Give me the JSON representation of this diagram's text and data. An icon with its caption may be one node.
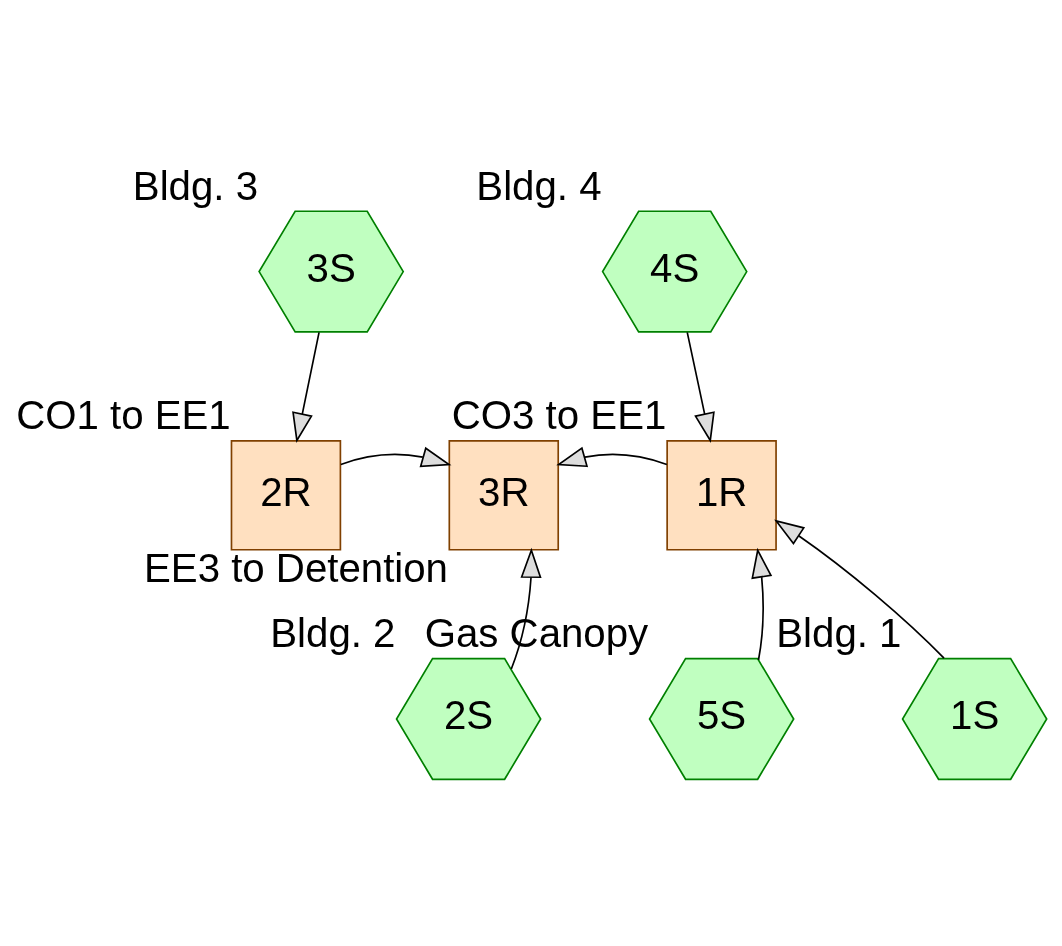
{
  "diagram": {
    "nodes": [
      {
        "text": [
          "3S"
        ],
        "beside": [
          "Bldg. 3"
        ]
      },
      {
        "text": [
          "4S"
        ],
        "beside": [
          "Bldg. 4"
        ]
      },
      {
        "text": [
          "2R"
        ],
        "beside": [
          "CO1 to EE1"
        ]
      },
      {
        "text": [
          "3R"
        ],
        "beside": [
          "EE3 to Detention"
        ]
      },
      {
        "text": [
          "1R"
        ],
        "beside": [
          "CO3 to EE1"
        ]
      },
      {
        "text": [
          "2S"
        ],
        "beside": [
          "Bldg. 2"
        ]
      },
      {
        "text": [
          "5S"
        ],
        "beside": [
          "Gas Canopy"
        ]
      },
      {
        "text": [
          "1S"
        ],
        "beside": [
          "Bldg. 1"
        ]
      }
    ],
    "edges": [
      {
        "from": 0,
        "to": 2,
        "arrow": "to"
      },
      {
        "from": 1,
        "to": 4,
        "arrow": "to"
      },
      {
        "from": 2,
        "to": 3,
        "arrow": "to"
      },
      {
        "from": 4,
        "to": 3,
        "arrow": "to"
      },
      {
        "from": 5,
        "to": 3,
        "arrow": "to"
      },
      {
        "from": 6,
        "to": 4,
        "arrow": "to"
      },
      {
        "from": 7,
        "to": 4,
        "arrow": "to"
      }
    ]
  }
}
